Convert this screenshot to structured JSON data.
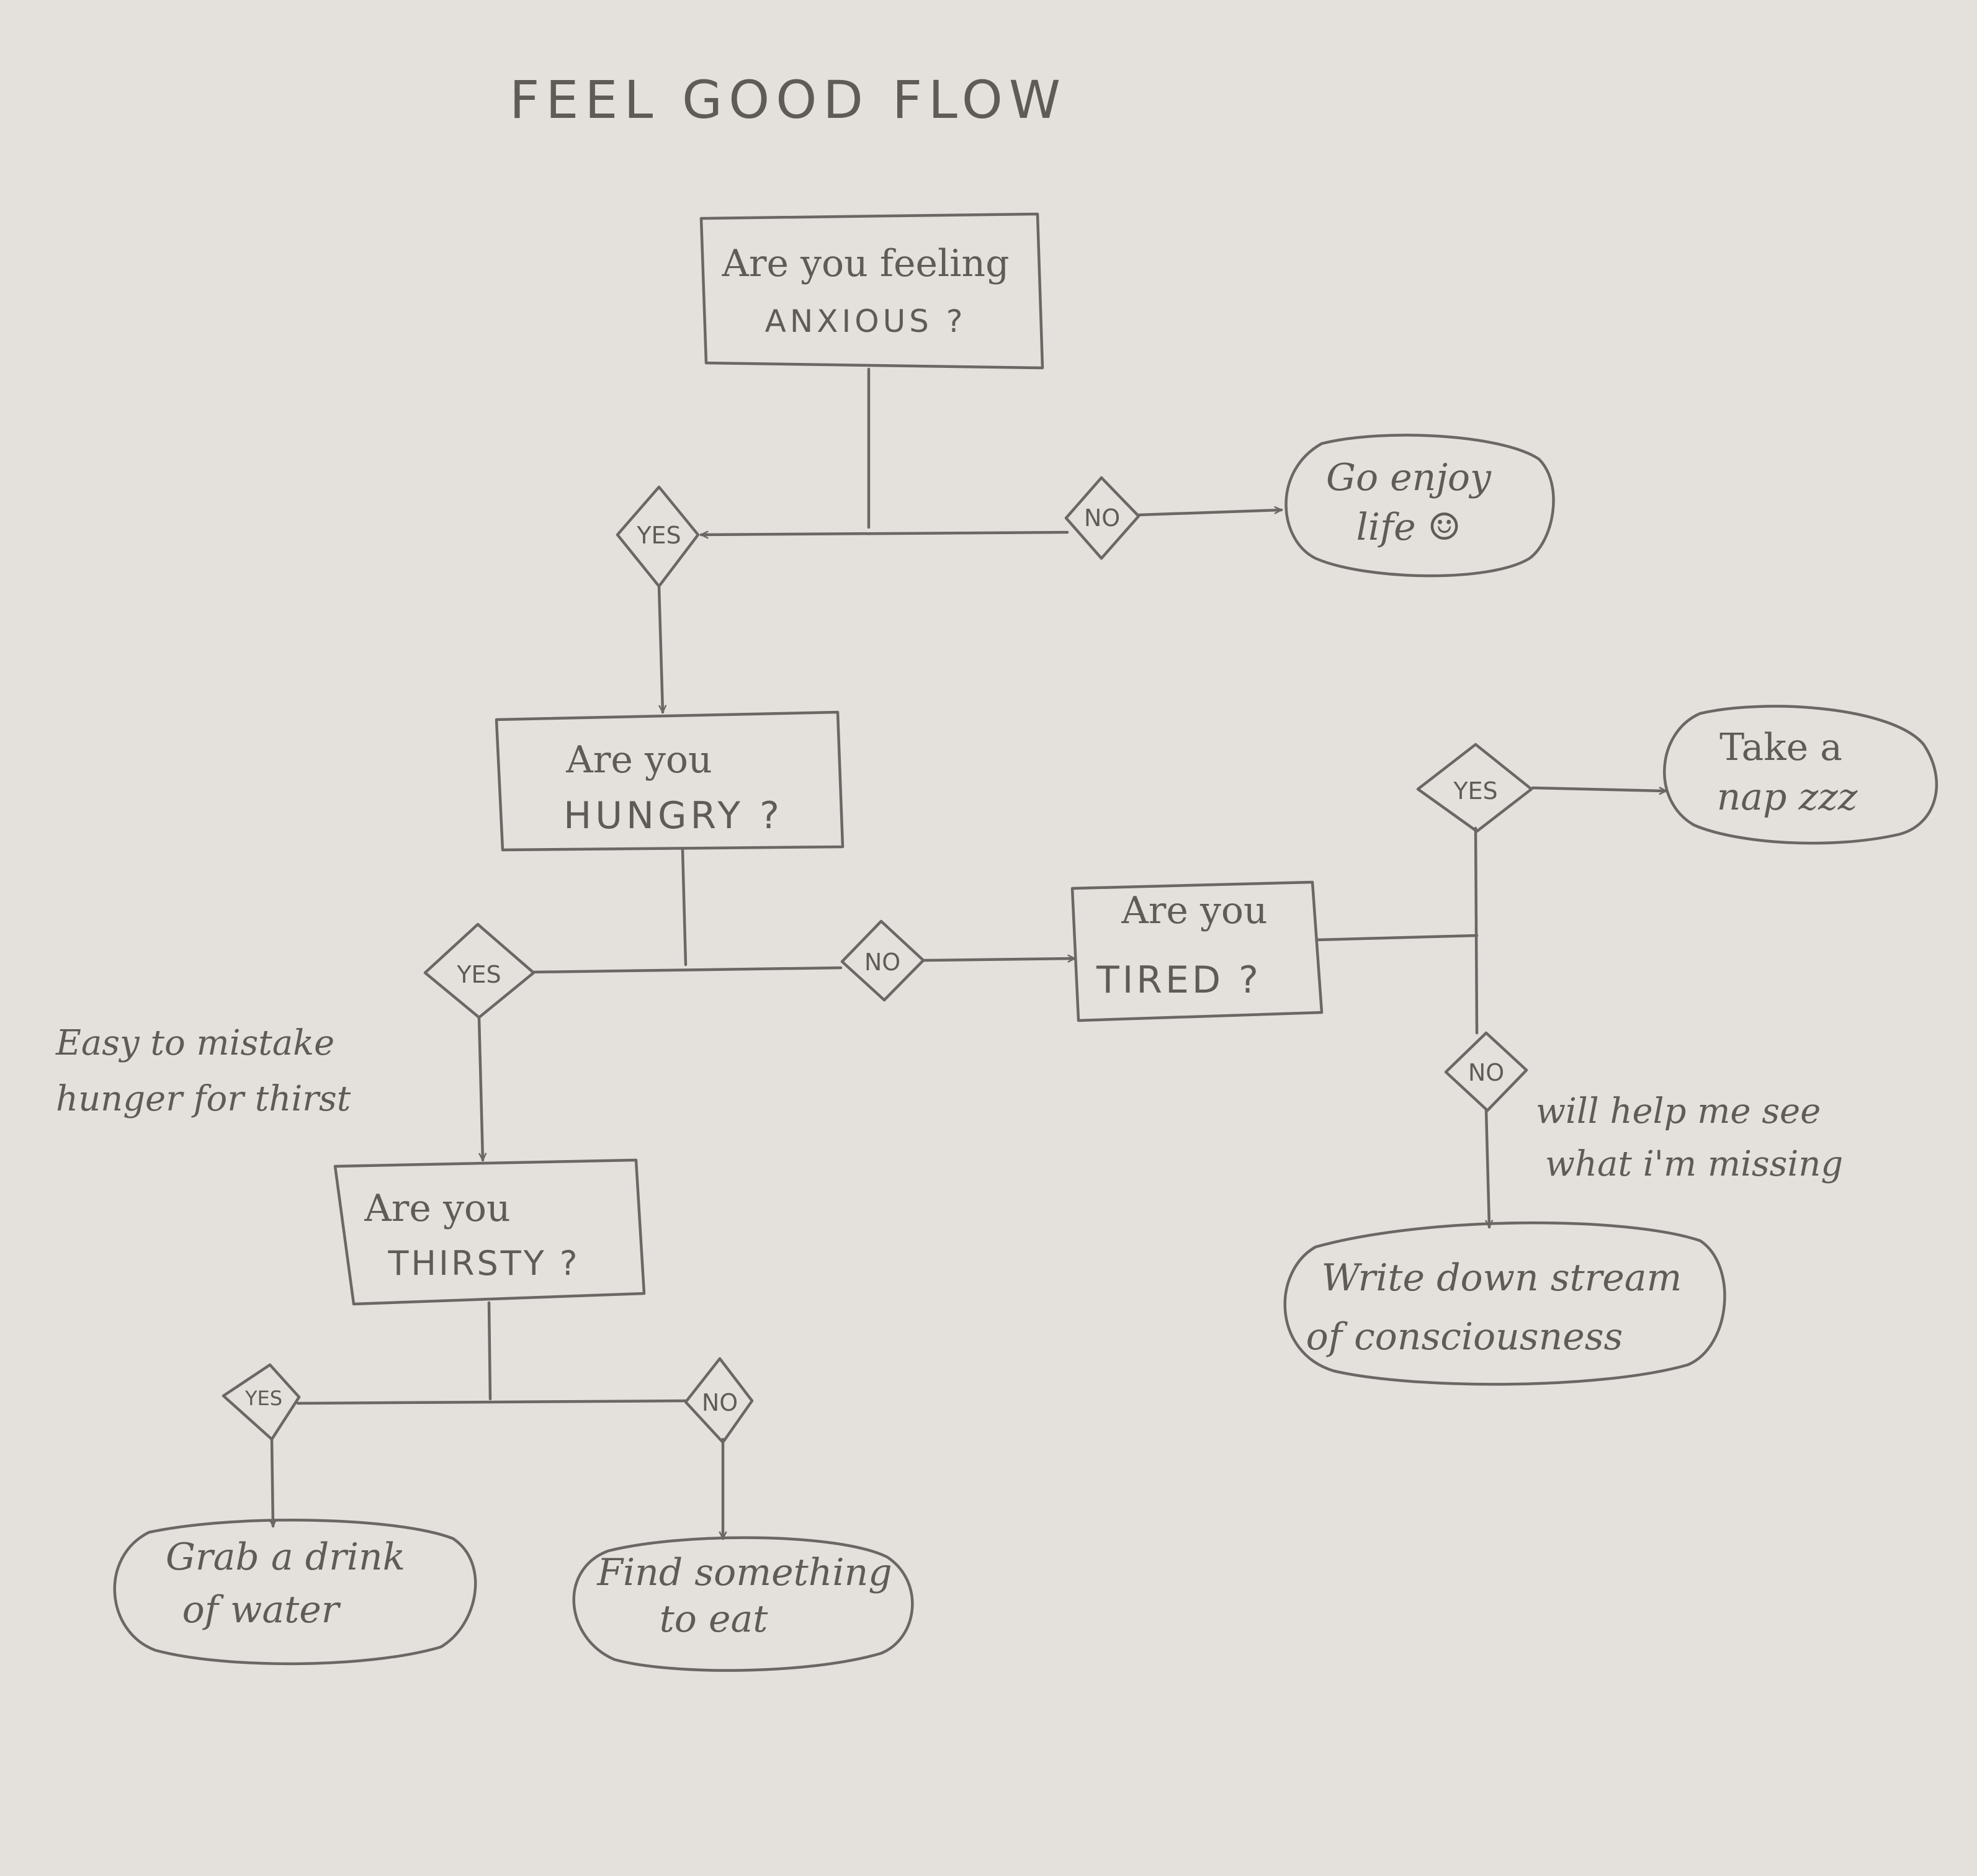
{
  "title": "FEEL GOOD FLOW",
  "boxes": {
    "anxious": [
      "Are you feeling",
      "ANXIOUS ?"
    ],
    "hungry": [
      "Are you",
      "HUNGRY ?"
    ],
    "tired": [
      "Are you",
      "TIRED ?"
    ],
    "thirsty": [
      "Are you",
      "THIRSTY ?"
    ]
  },
  "terminals": {
    "enjoy_life": [
      "Go enjoy",
      "life ☺"
    ],
    "nap": [
      "Take a",
      "nap zzz"
    ],
    "write_down": [
      "Write down stream",
      "of consciousness"
    ],
    "water": [
      "Grab a drink",
      "of water"
    ],
    "eat": [
      "Find something",
      "to eat"
    ]
  },
  "decisions": {
    "yes": "YES",
    "no": "NO"
  },
  "notes": {
    "hunger_thirst": [
      "Easy to mistake",
      "hunger for thirst"
    ],
    "missing": [
      "will help me see",
      "what i'm missing"
    ]
  }
}
